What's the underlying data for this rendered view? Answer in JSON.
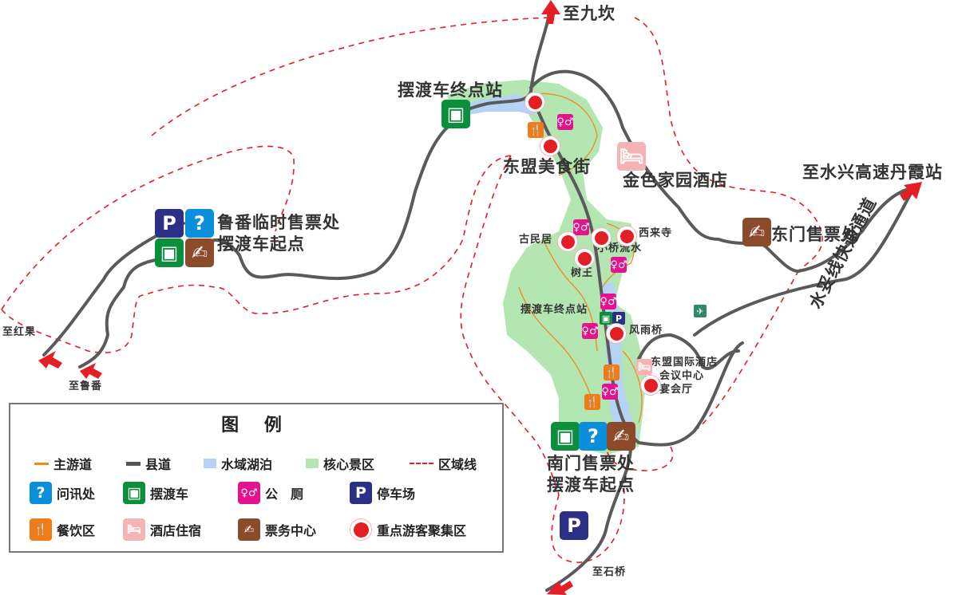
{
  "map": {
    "labels": {
      "to_jiukan": "至九坎",
      "shuttle_terminal_north": "摆渡车终点站",
      "dongmeng_food_street": "东盟美食街",
      "golden_home_hotel": "金色家园酒店",
      "to_shuixing_danxia": "至水兴高速丹霞站",
      "east_gate_ticket": "东门售票处",
      "expressway": "水妥线快速通道",
      "lufan_temp_ticket_line1": "鲁番临时售票处",
      "lufan_temp_ticket_line2": "摆渡车起点",
      "to_honguo": "至红果",
      "to_lufan": "至鲁番",
      "ancient_residence": "古民居",
      "xilai_temple": "西来寺",
      "small_bridge_stream": "小桥流水",
      "king_tree": "树王",
      "shuttle_terminal_mid": "摆渡车终点站",
      "wind_rain_bridge": "风雨桥",
      "dongmeng_intl_hotel": "东盟国际酒店",
      "conference_center": "会议中心",
      "banquet_hall": "宴会厅",
      "south_gate_line1": "南门售票处",
      "south_gate_line2": "摆渡车起点",
      "to_shiqiao": "至石桥"
    },
    "icon_glyphs": {
      "parking": "P",
      "info": "?",
      "bus": "▣",
      "ticket": "✍",
      "wc": "♀♂",
      "food": "🍴",
      "hotel": "🛏",
      "heli": "✈"
    }
  },
  "legend": {
    "title": "图 例",
    "lines": [
      {
        "label": "主游道",
        "color": "#ef8a1f",
        "kind": "line"
      },
      {
        "label": "县道",
        "color": "#555555",
        "kind": "line"
      },
      {
        "label": "水域湖泊",
        "color": "#b6d3f5",
        "kind": "box"
      },
      {
        "label": "核心景区",
        "color": "#b3e6b0",
        "kind": "box"
      },
      {
        "label": "区域线",
        "color": "#e31e24",
        "kind": "dash"
      }
    ],
    "icons": [
      {
        "label": "问讯处",
        "icon": "info-icon",
        "color": "#0b8fdb",
        "glyph": "?"
      },
      {
        "label": "摆渡车",
        "icon": "bus-icon",
        "color": "#0b8f3d",
        "glyph": "▣"
      },
      {
        "label": "公　厕",
        "icon": "toilet-icon",
        "color": "#e4138d",
        "glyph": "♀♂"
      },
      {
        "label": "停车场",
        "icon": "parking-icon",
        "color": "#2b2f86",
        "glyph": "P"
      },
      {
        "label": "餐饮区",
        "icon": "restaurant-icon",
        "color": "#ef7c17",
        "glyph": "🍴"
      },
      {
        "label": "酒店住宿",
        "icon": "hotel-icon",
        "color": "#f4b3b5",
        "glyph": "🛏"
      },
      {
        "label": "票务中心",
        "icon": "ticket-icon",
        "color": "#8b4a2a",
        "glyph": "✍"
      },
      {
        "label": "重点游客聚集区",
        "icon": "crowd-spot-icon",
        "color": "#e31e24",
        "glyph": ""
      }
    ]
  }
}
